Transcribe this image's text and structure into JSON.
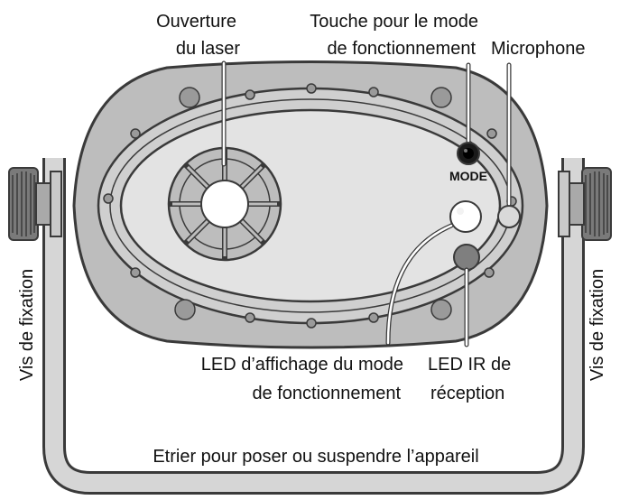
{
  "labels": {
    "laser_line1": "Ouverture",
    "laser_line2": "du laser",
    "mode_key_line1": "Touche pour le mode",
    "mode_key_line2": "de fonctionnement",
    "microphone": "Microphone",
    "mode_button_text": "MODE",
    "fix_screw_left": "Vis de fixation",
    "fix_screw_right": "Vis de fixation",
    "led_mode_line1": "LED d’affichage du mode",
    "led_mode_line2": "de fonctionnement",
    "led_ir_line1": "LED IR de",
    "led_ir_line2": "réception",
    "bracket": "Etrier pour poser ou suspendre l’appareil"
  },
  "colors": {
    "outline": "#3a3a3a",
    "housing_fill": "#bdbdbd",
    "panel_fill": "#e3e3e3",
    "bracket_fill": "#d6d6d6",
    "knob_fill": "#7a7a7a",
    "leader": "#ffffff"
  }
}
